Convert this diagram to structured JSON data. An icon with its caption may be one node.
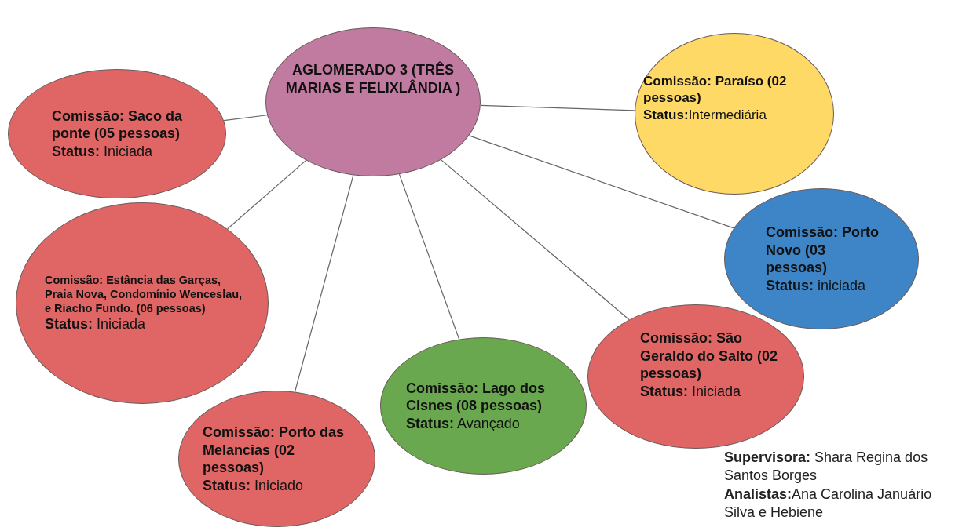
{
  "diagram": {
    "nodes": [
      {
        "text": [
          "AGLOMERADO 3 (TRÊS MARIAS E FELIXLÂNDIA )"
        ]
      },
      {
        "text": [
          "Comissão: Saco da ponte (05 pessoas)",
          "**Status:** Iniciada"
        ]
      },
      {
        "text": [
          "Comissão: Paraíso (02 pessoas)",
          "**Status:**Intermediária"
        ]
      },
      {
        "text": [
          "Comissão: Porto Novo (03 pessoas)",
          "**Status:** iniciada"
        ]
      },
      {
        "text": [
          "Comissão: Estância das Garças, Praia Nova, Condomínio Wenceslau, e Riacho Fundo. (06 pessoas)",
          "**Status:** Iniciada"
        ]
      },
      {
        "text": [
          "Comissão: São Geraldo do Salto (02 pessoas)",
          "**Status:** Iniciada"
        ]
      },
      {
        "text": [
          "Comissão: Lago dos Cisnes (08 pessoas)",
          "**Status:** Avançado"
        ]
      },
      {
        "text": [
          "Comissão: Porto das Melancias (02 pessoas)",
          "**Status:** Iniciado"
        ]
      }
    ],
    "edges": [
      {
        "from": 0,
        "to": 1,
        "arrow": "none"
      },
      {
        "from": 0,
        "to": 2,
        "arrow": "none"
      },
      {
        "from": 0,
        "to": 3,
        "arrow": "none"
      },
      {
        "from": 0,
        "to": 4,
        "arrow": "none"
      },
      {
        "from": 0,
        "to": 5,
        "arrow": "none"
      },
      {
        "from": 0,
        "to": 6,
        "arrow": "none"
      },
      {
        "from": 0,
        "to": 7,
        "arrow": "none"
      }
    ],
    "labels": [
      "**Supervisora:** Shara Regina dos Santos Borges",
      "**Analistas:**Ana Carolina Januário Silva e Hebiene"
    ]
  }
}
